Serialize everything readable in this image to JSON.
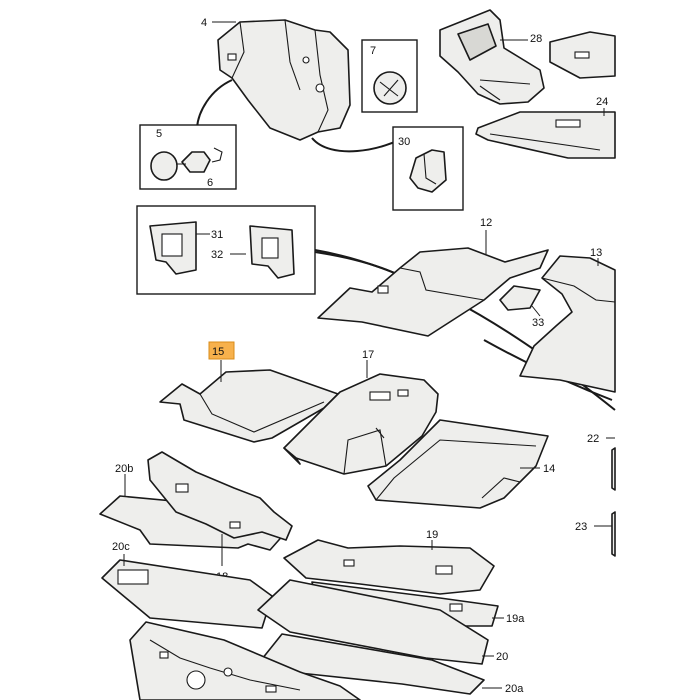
{
  "labels": {
    "l4": "4",
    "l5": "5",
    "l6": "6",
    "l7": "7",
    "l12": "12",
    "l13": "13",
    "l14": "14",
    "l15": "15",
    "l17": "17",
    "l18": "18",
    "l19": "19",
    "l19a": "19a",
    "l20": "20",
    "l20a": "20a",
    "l20b": "20b",
    "l20c": "20c",
    "l22": "22",
    "l23": "23",
    "l24": "24",
    "l28": "28",
    "l30": "30",
    "l31": "31",
    "l32": "32",
    "l33": "33"
  },
  "highlight": {
    "part": "15",
    "color": "#f7b14c"
  }
}
